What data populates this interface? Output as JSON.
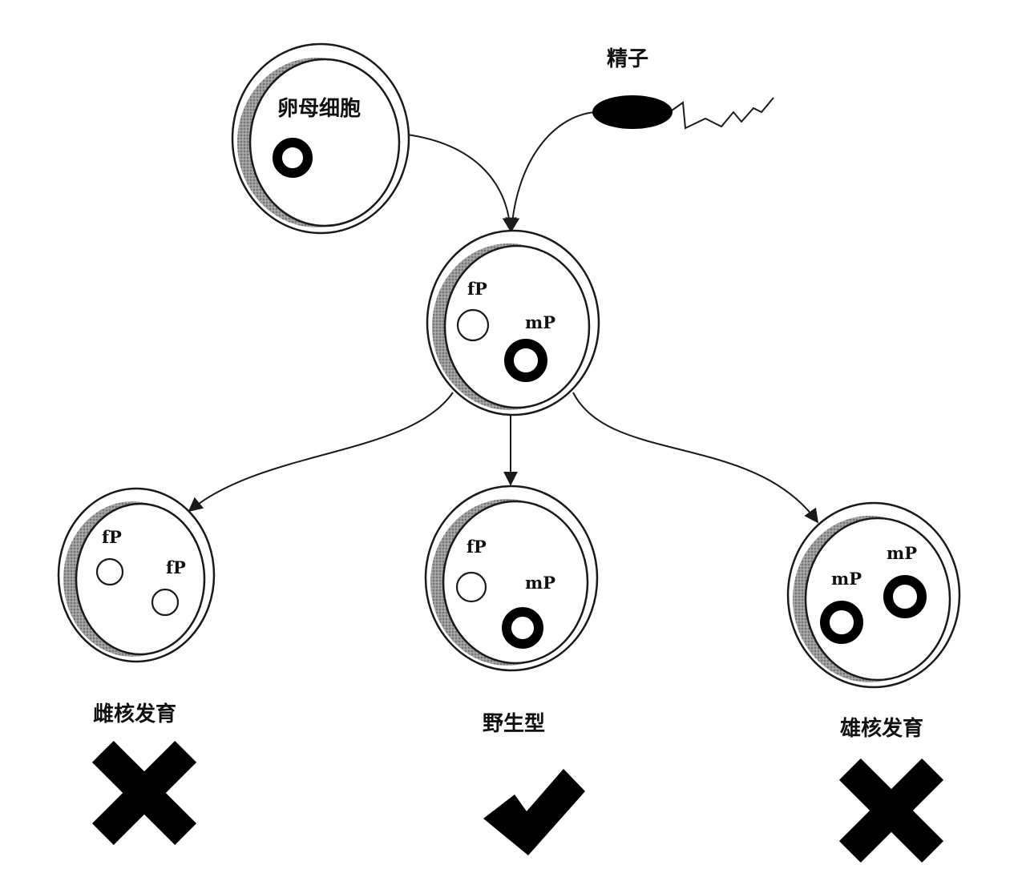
{
  "nodes": {
    "oocyte": {
      "label": "卵母细胞"
    },
    "sperm": {
      "label": "精子"
    },
    "zygote": {
      "fp_label": "fP",
      "mp_label": "mP"
    },
    "gynogenetic": {
      "fp1_label": "fP",
      "fp2_label": "fP",
      "caption": "雌核发育",
      "result_icon": "cross-icon"
    },
    "wildtype": {
      "fp_label": "fP",
      "mp_label": "mP",
      "caption": "野生型",
      "result_icon": "check-icon"
    },
    "androgenetic": {
      "mp1_label": "mP",
      "mp2_label": "mP",
      "caption": "雄核发育",
      "result_icon": "cross-icon"
    }
  },
  "colors": {
    "ink": "#000000",
    "shading": "#8a8a8a",
    "background": "#ffffff"
  }
}
